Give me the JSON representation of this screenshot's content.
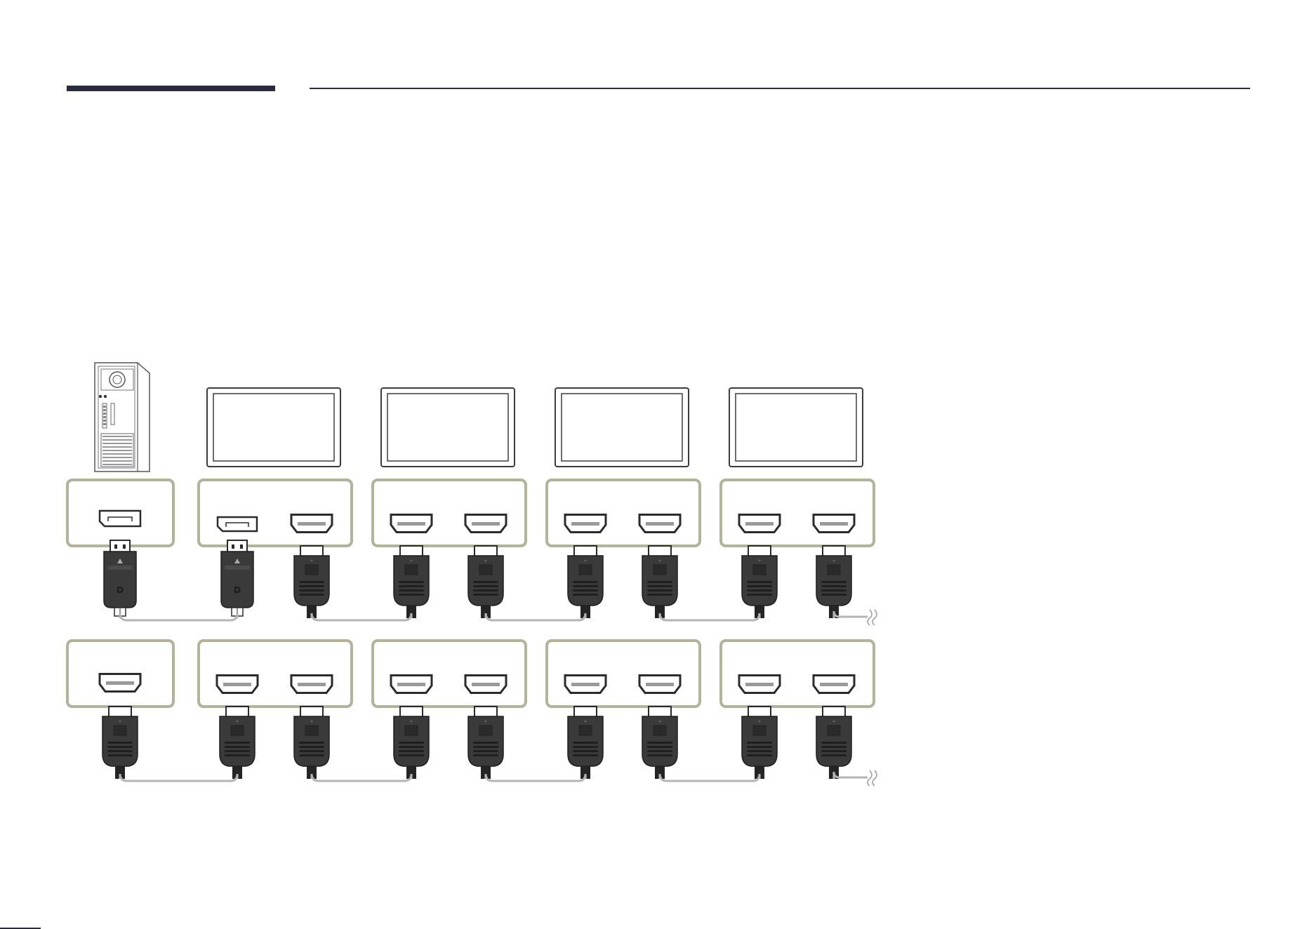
{
  "colors": {
    "rule": "#2a2b3e",
    "panel_border": "#b3b39a",
    "plug": "#3a3a3a",
    "plug_dark": "#2a2a2a",
    "cable": "#b4b4b4",
    "monitor_border": "#3c3c3c"
  },
  "icons": {
    "pc": "pc-tower-icon",
    "monitor": "monitor-icon",
    "dp_port": "displayport-port-icon",
    "hdmi_port": "hdmi-port-icon",
    "dp_plug": "displayport-plug-icon",
    "hdmi_plug": "hdmi-plug-icon",
    "cable": "cable-icon"
  },
  "diagram": {
    "monitor_count": 4,
    "rows": [
      {
        "name": "displayport-chain",
        "source_port": "dp",
        "panels": [
          {
            "ports": [
              "dp"
            ],
            "plugs": [
              "dp"
            ]
          },
          {
            "ports": [
              "dp",
              "hdmi"
            ],
            "plugs": [
              "dp",
              "hdmi"
            ]
          },
          {
            "ports": [
              "hdmi",
              "hdmi"
            ],
            "plugs": [
              "hdmi",
              "hdmi"
            ]
          },
          {
            "ports": [
              "hdmi",
              "hdmi"
            ],
            "plugs": [
              "hdmi",
              "hdmi"
            ]
          },
          {
            "ports": [
              "hdmi",
              "hdmi"
            ],
            "plugs": [
              "hdmi",
              "hdmi"
            ]
          }
        ],
        "continues": true
      },
      {
        "name": "hdmi-chain",
        "source_port": "hdmi",
        "panels": [
          {
            "ports": [
              "hdmi"
            ],
            "plugs": [
              "hdmi"
            ]
          },
          {
            "ports": [
              "hdmi",
              "hdmi"
            ],
            "plugs": [
              "hdmi",
              "hdmi"
            ]
          },
          {
            "ports": [
              "hdmi",
              "hdmi"
            ],
            "plugs": [
              "hdmi",
              "hdmi"
            ]
          },
          {
            "ports": [
              "hdmi",
              "hdmi"
            ],
            "plugs": [
              "hdmi",
              "hdmi"
            ]
          },
          {
            "ports": [
              "hdmi",
              "hdmi"
            ],
            "plugs": [
              "hdmi",
              "hdmi"
            ]
          }
        ],
        "continues": true
      }
    ]
  }
}
